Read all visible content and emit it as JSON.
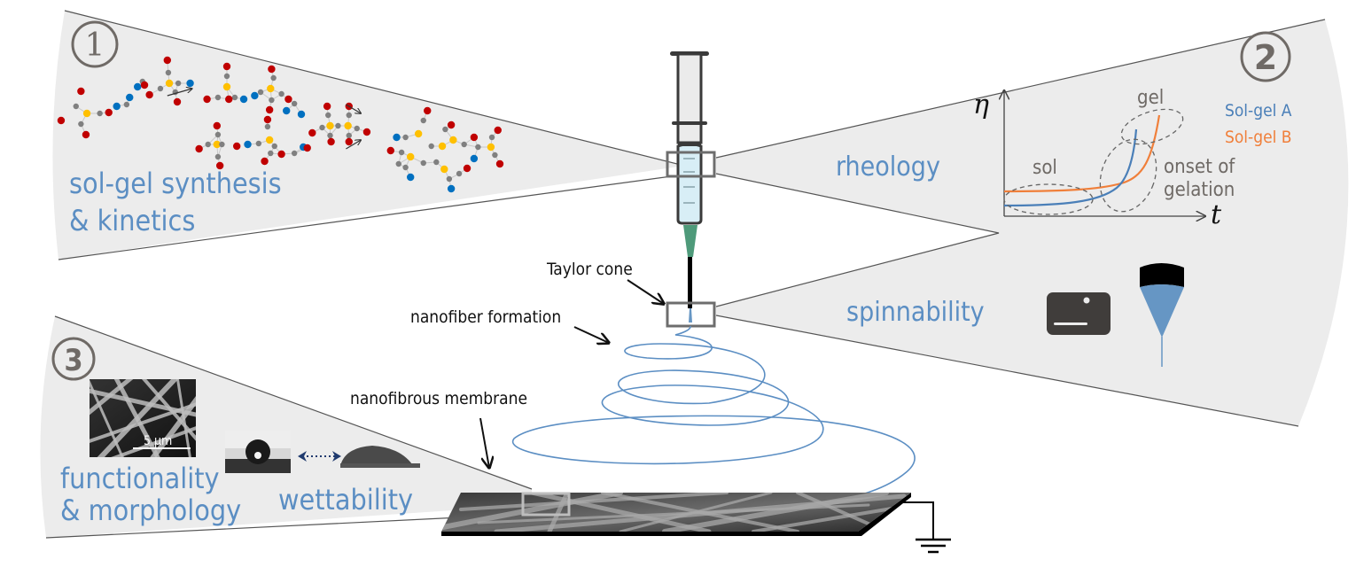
{
  "colors": {
    "panel_fill": "#ececec",
    "panel_stroke": "#555555",
    "label_blue": "#5b8ec3",
    "sol_gel_a": "#4a7fb8",
    "sol_gel_b": "#f07f3a",
    "annotation_gray": "#6f6a66",
    "fiber_blue": "#5b8ec3",
    "needle_green": "#4e9a7a",
    "solution_blue": "#d8eef6",
    "atom_red": "#c00000",
    "atom_gray": "#808080",
    "atom_yellow": "#ffc000",
    "atom_blue": "#0070c0"
  },
  "panels": {
    "panel1": {
      "number": "1",
      "title_line1": "sol-gel synthesis",
      "title_line2": "& kinetics"
    },
    "panel2": {
      "number": "2",
      "rheology_label": "rheology",
      "spinnability_label": "spinnability",
      "chart": {
        "y_axis_symbol": "η",
        "x_axis_symbol": "t",
        "region_sol": "sol",
        "region_gel": "gel",
        "region_onset_line1": "onset of",
        "region_onset_line2": "gelation",
        "legend": [
          {
            "name": "Sol-gel A",
            "color": "#4a7fb8"
          },
          {
            "name": "Sol-gel B",
            "color": "#f07f3a"
          }
        ]
      },
      "icons": [
        "video-camera-icon",
        "taylor-cone-icon"
      ]
    },
    "panel3": {
      "number": "3",
      "title_line1": "functionality",
      "title_line2": "& morphology",
      "wettability_label": "wettability",
      "scale_bar": "5 µm"
    }
  },
  "annotations": {
    "taylor_cone": "Taylor cone",
    "nanofiber_formation": "nanofiber formation",
    "nanofibrous_membrane": "nanofibrous membrane"
  }
}
